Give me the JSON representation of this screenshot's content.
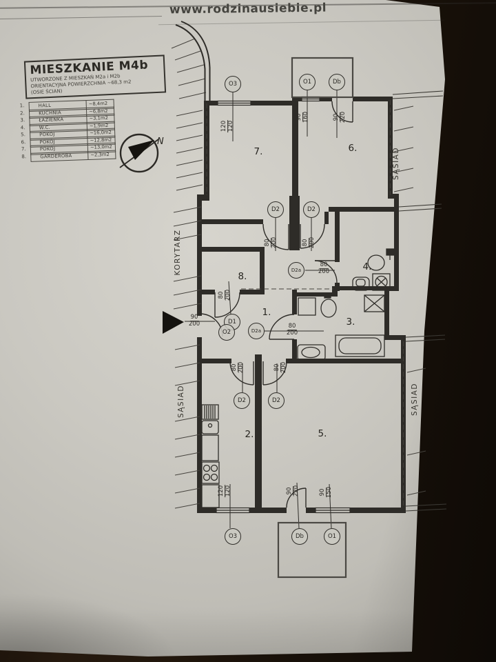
{
  "watermark": "www.rodzinausiebie.pl",
  "title_block": {
    "title": "MIESZKANIE M4b",
    "line1": "UTWORZONE Z MIESZKAŃ  M2a i M2b",
    "line2": "ORIENTACYJNA POWIERZCHNIA   ~68,3 m2",
    "line3": "(OSIE ŚCIAN)"
  },
  "legend": {
    "rows": [
      {
        "num": "1.",
        "name": "HALL",
        "area": "~8,4m2"
      },
      {
        "num": "2.",
        "name": "KUCHNIA",
        "area": "~6,8m2"
      },
      {
        "num": "3.",
        "name": "ŁAZIENKA",
        "area": "~3,1m2"
      },
      {
        "num": "4.",
        "name": "W.C.",
        "area": "~1,9m2"
      },
      {
        "num": "5.",
        "name": "POKÓJ",
        "area": "~16,0m2"
      },
      {
        "num": "6.",
        "name": "POKÓJ",
        "area": "~12,8m2"
      },
      {
        "num": "7.",
        "name": "POKÓJ",
        "area": "~13,0m2"
      },
      {
        "num": "8.",
        "name": "GARDEROBA",
        "area": "~2,3m2"
      }
    ]
  },
  "compass": {
    "north_label": "N"
  },
  "plan": {
    "rooms": [
      {
        "label": "7."
      },
      {
        "label": "6."
      },
      {
        "label": "8."
      },
      {
        "label": "1."
      },
      {
        "label": "4."
      },
      {
        "label": "3."
      },
      {
        "label": "2."
      },
      {
        "label": "5."
      }
    ],
    "markers": [
      {
        "text": "O3"
      },
      {
        "text": "O1"
      },
      {
        "text": "Db"
      },
      {
        "text": "D2"
      },
      {
        "text": "D2"
      },
      {
        "text": "D2a"
      },
      {
        "text": "D1"
      },
      {
        "text": "O2"
      },
      {
        "text": "D2a"
      },
      {
        "text": "D2"
      },
      {
        "text": "D2"
      },
      {
        "text": "O3"
      },
      {
        "text": "Db"
      },
      {
        "text": "O1"
      }
    ],
    "dims": [
      {
        "a": "120",
        "b": "120"
      },
      {
        "a": "90",
        "b": "160"
      },
      {
        "a": "90",
        "b": "220"
      },
      {
        "a": "80",
        "b": "200"
      },
      {
        "a": "80",
        "b": "200"
      },
      {
        "a": "80",
        "b": "200"
      },
      {
        "a": "80",
        "b": "200"
      },
      {
        "a": "90",
        "b": "200"
      },
      {
        "a": "80",
        "b": "200"
      },
      {
        "a": "80",
        "b": "200"
      },
      {
        "a": "80",
        "b": "200"
      },
      {
        "a": "120",
        "b": "120"
      },
      {
        "a": "90",
        "b": "220"
      },
      {
        "a": "90",
        "b": "150"
      }
    ],
    "side_labels": [
      {
        "text": "KORYTARZ"
      },
      {
        "text": "SĄSIAD"
      },
      {
        "text": "SĄSIAD"
      },
      {
        "text": "SĄSIAD"
      }
    ]
  }
}
